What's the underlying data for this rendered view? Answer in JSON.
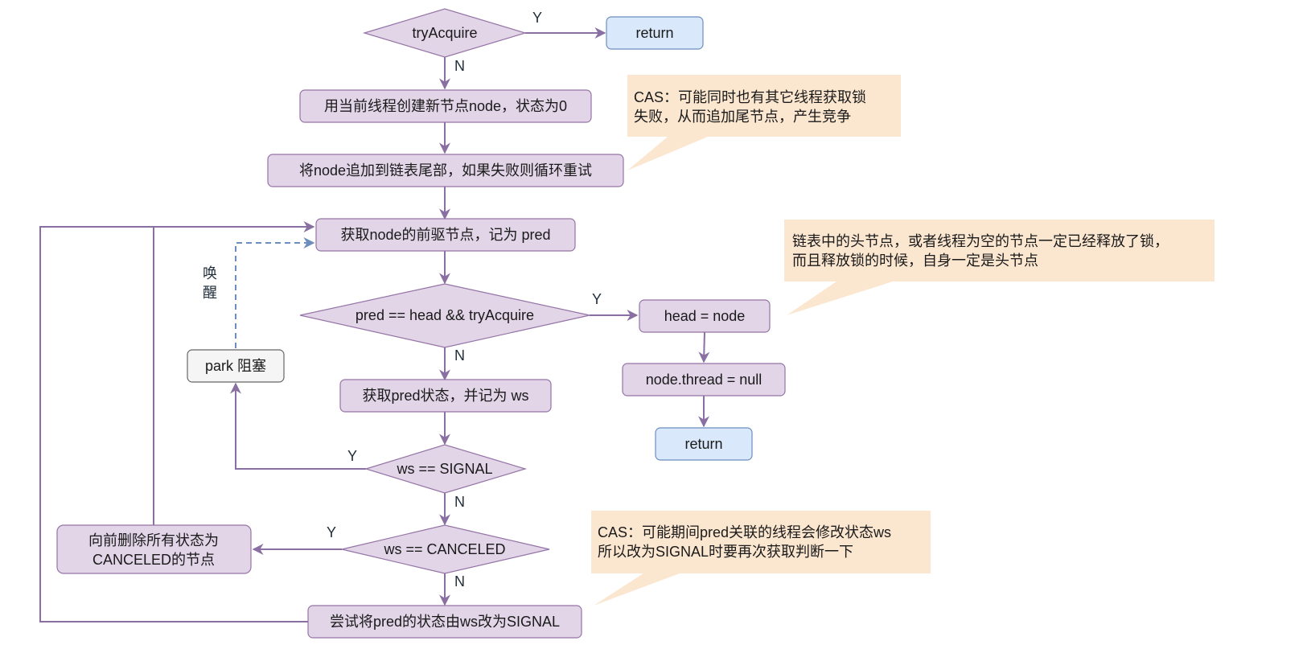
{
  "title": "AQS acquire flowchart",
  "colors": {
    "process_fill": "#e1d5e7",
    "process_stroke": "#9673a6",
    "terminal_fill": "#dae8fc",
    "terminal_stroke": "#6c8ebf",
    "park_fill": "#f5f5f5",
    "park_stroke": "#666666",
    "edge": "#8a6fa3",
    "wake_edge": "#6c8ebf",
    "note_fill": "#fbe6d0"
  },
  "nodes": {
    "try_acquire": "tryAcquire",
    "return_top": "return",
    "create_node": "用当前线程创建新节点node，状态为0",
    "enqueue": "将node追加到链表尾部，如果失败则循环重试",
    "get_pred": "获取node的前驱节点，记为 pred",
    "pred_check": "pred == head && tryAcquire",
    "set_head": "head = node",
    "clear_thread": "node.thread = null",
    "return_bottom": "return",
    "get_ws": "获取pred状态，并记为 ws",
    "ws_signal": "ws == SIGNAL",
    "park": "park 阻塞",
    "ws_canceled": "ws == CANCELED",
    "remove_canceled_line1": "向前删除所有状态为",
    "remove_canceled_line2": "CANCELED的节点",
    "cas_signal": "尝试将pred的状态由ws改为SIGNAL"
  },
  "edge_labels": {
    "try_acquire_yes": "Y",
    "try_acquire_no": "N",
    "pred_check_yes": "Y",
    "pred_check_no": "N",
    "ws_signal_yes": "Y",
    "ws_signal_no": "N",
    "ws_canceled_yes": "Y",
    "ws_canceled_no": "N",
    "wake_line1": "唤",
    "wake_line2": "醒"
  },
  "notes": {
    "enqueue_note_line1": "CAS：可能同时也有其它线程获取锁",
    "enqueue_note_line2": "失败，从而追加尾节点，产生竞争",
    "head_note_line1": "链表中的头节点，或者线程为空的节点一定已经释放了锁，",
    "head_note_line2": "而且释放锁的时候，自身一定是头节点",
    "cas_note_line1": "CAS：可能期间pred关联的线程会修改状态ws",
    "cas_note_line2": "所以改为SIGNAL时要再次获取判断一下"
  }
}
